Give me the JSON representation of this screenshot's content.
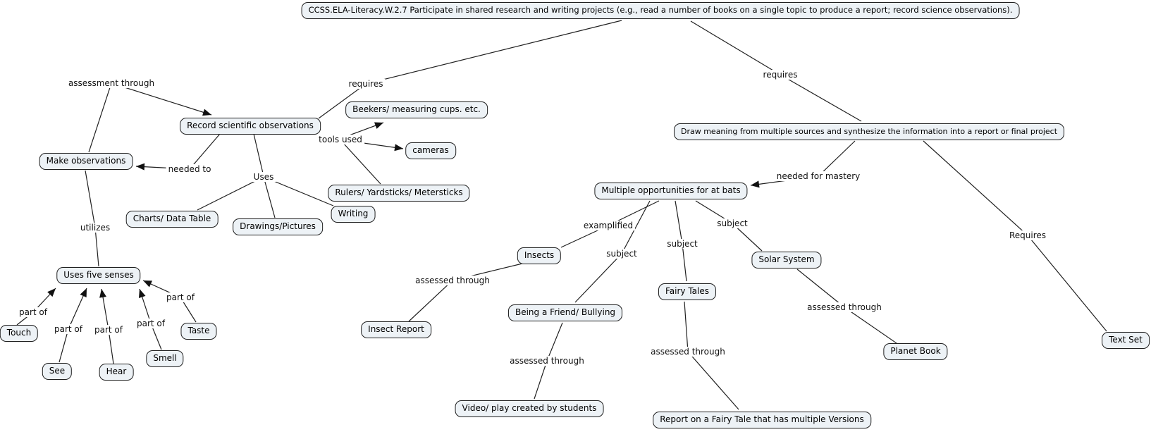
{
  "colors": {
    "background": "#ffffff",
    "node_fill": "#edf2f6",
    "node_border": "#1f1f1f",
    "line": "#202020",
    "text": "#000000"
  },
  "nodes": {
    "standard": {
      "label": "CCSS.ELA-Literacy.W.2.7 Participate in shared research and writing projects (e.g., read a number of books on a single topic to produce a report; record science observations)."
    },
    "record": {
      "label": "Record scientific observations"
    },
    "make": {
      "label": "Make observations"
    },
    "beakers": {
      "label": "Beekers/ measuring cups. etc."
    },
    "cameras": {
      "label": "cameras"
    },
    "rulers": {
      "label": "Rulers/ Yardsticks/ Metersticks"
    },
    "writing": {
      "label": "Writing"
    },
    "charts": {
      "label": "Charts/ Data Table"
    },
    "drawings": {
      "label": "Drawings/Pictures"
    },
    "five_senses": {
      "label": "Uses five senses"
    },
    "touch": {
      "label": "Touch"
    },
    "see": {
      "label": "See"
    },
    "hear": {
      "label": "Hear"
    },
    "smell": {
      "label": "Smell"
    },
    "taste": {
      "label": "Taste"
    },
    "draw_meaning": {
      "label": "Draw meaning from multiple sources and synthesize the information into a report or final project"
    },
    "at_bats": {
      "label": "Multiple opportunities for at bats"
    },
    "insects": {
      "label": "Insects"
    },
    "insect_report": {
      "label": "Insect Report"
    },
    "friend": {
      "label": "Being a Friend/ Bullying"
    },
    "video": {
      "label": "Video/ play created by students"
    },
    "fairy": {
      "label": "Fairy Tales"
    },
    "fairy_report": {
      "label": "Report on a Fairy Tale that has multiple Versions"
    },
    "solar": {
      "label": "Solar System"
    },
    "planet": {
      "label": "Planet Book"
    },
    "text_set": {
      "label": "Text Set"
    }
  },
  "edge_labels": {
    "assessment_through": "assessment through",
    "requires": "requires",
    "requires_cap": "Requires",
    "needed_to": "needed to",
    "tools_used": "tools used",
    "uses": "Uses",
    "utilizes": "utilizes",
    "part_of": "part of",
    "needed_for_mastery": "needed for mastery",
    "examplified": "examplified",
    "subject": "subject",
    "assessed_through": "assessed through"
  }
}
